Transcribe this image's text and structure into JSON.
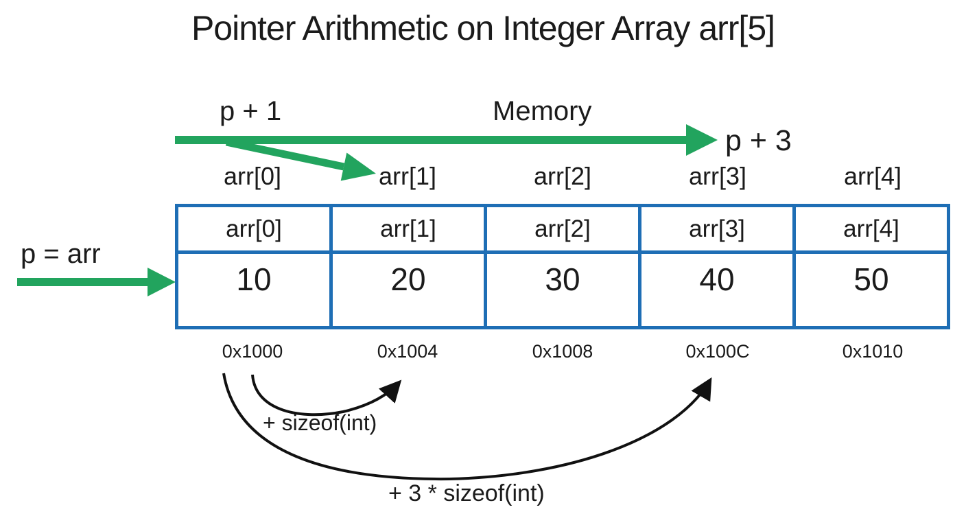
{
  "title": "Pointer Arithmetic on Integer Array arr[5]",
  "colors": {
    "green": "#22a45e",
    "blue": "#1e6eb5",
    "text": "#1b1b1b",
    "curve": "#111111"
  },
  "pointer_labels": {
    "p_plus_1": "p + 1",
    "memory": "Memory",
    "p_plus_3": "p + 3",
    "p_equals_arr": "p = arr"
  },
  "array": {
    "cells": [
      {
        "label": "arr[0]",
        "value": "10",
        "address": "0x1000"
      },
      {
        "label": "arr[1]",
        "value": "20",
        "address": "0x1004"
      },
      {
        "label": "arr[2]",
        "value": "30",
        "address": "0x1008"
      },
      {
        "label": "arr[3]",
        "value": "40",
        "address": "0x100C"
      },
      {
        "label": "arr[4]",
        "value": "50",
        "address": "0x1010"
      }
    ]
  },
  "annotations": {
    "plus_sizeof": "+ sizeof(int)",
    "plus_three_sizeof": "+ 3 * sizeof(int)"
  }
}
